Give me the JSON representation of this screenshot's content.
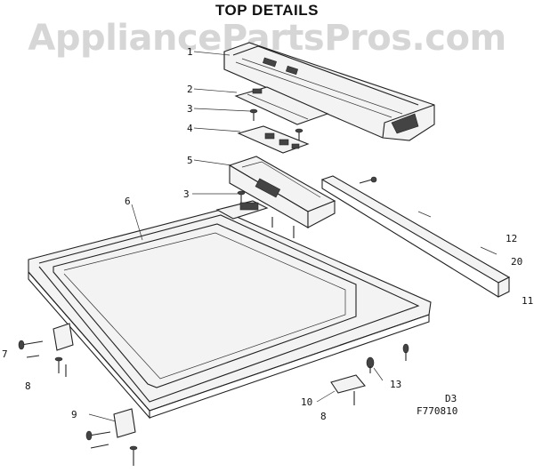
{
  "title": "TOP DETAILS",
  "watermark": "AppliancePartsPros.com",
  "part_labels": [
    {
      "id": "1",
      "text": "1"
    },
    {
      "id": "2",
      "text": "2"
    },
    {
      "id": "3a",
      "text": "3"
    },
    {
      "id": "4",
      "text": "4"
    },
    {
      "id": "5",
      "text": "5"
    },
    {
      "id": "3b",
      "text": "3"
    },
    {
      "id": "6",
      "text": "6"
    },
    {
      "id": "7",
      "text": "7"
    },
    {
      "id": "8a",
      "text": "8"
    },
    {
      "id": "9",
      "text": "9"
    },
    {
      "id": "10",
      "text": "10"
    },
    {
      "id": "8b",
      "text": "8"
    },
    {
      "id": "13",
      "text": "13"
    },
    {
      "id": "12",
      "text": "12"
    },
    {
      "id": "20",
      "text": "20"
    },
    {
      "id": "11",
      "text": "11"
    }
  ],
  "diagram_code": "D3",
  "figure_number": "F770810"
}
